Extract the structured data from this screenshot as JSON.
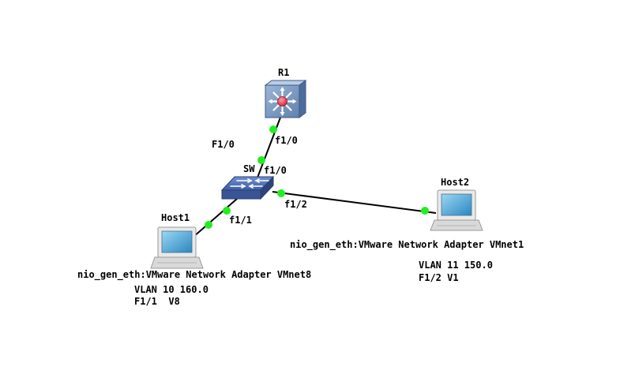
{
  "nodes": {
    "r1": {
      "name": "R1",
      "icon": "router-icon"
    },
    "sw": {
      "name": "SW",
      "icon": "switch-icon"
    },
    "host1": {
      "name": "Host1",
      "icon": "host-computer-icon"
    },
    "host2": {
      "name": "Host2",
      "icon": "host-computer-icon"
    }
  },
  "links": {
    "r1_sw": {
      "a_port": "f1/0",
      "b_port": "f1/0",
      "extra_label": "F1/0"
    },
    "sw_host1": {
      "a_port": "f1/1"
    },
    "sw_host2": {
      "a_port": "f1/2"
    }
  },
  "notes": {
    "host1_adapter": "nio_gen_eth:VMware Network Adapter VMnet8",
    "host1_vlan": "VLAN 10 160.0",
    "host1_port": "F1/1  V8",
    "host2_adapter": "nio_gen_eth:VMware Network Adapter VMnet1",
    "host2_vlan": "VLAN 11 150.0",
    "host2_port": "F1/2 V1"
  },
  "colors": {
    "port_dot": "#22ee22",
    "link": "#000000",
    "router_body": "#7f9fc3",
    "switch_body": "#4f6fb0",
    "router_center": "#e8334a"
  }
}
